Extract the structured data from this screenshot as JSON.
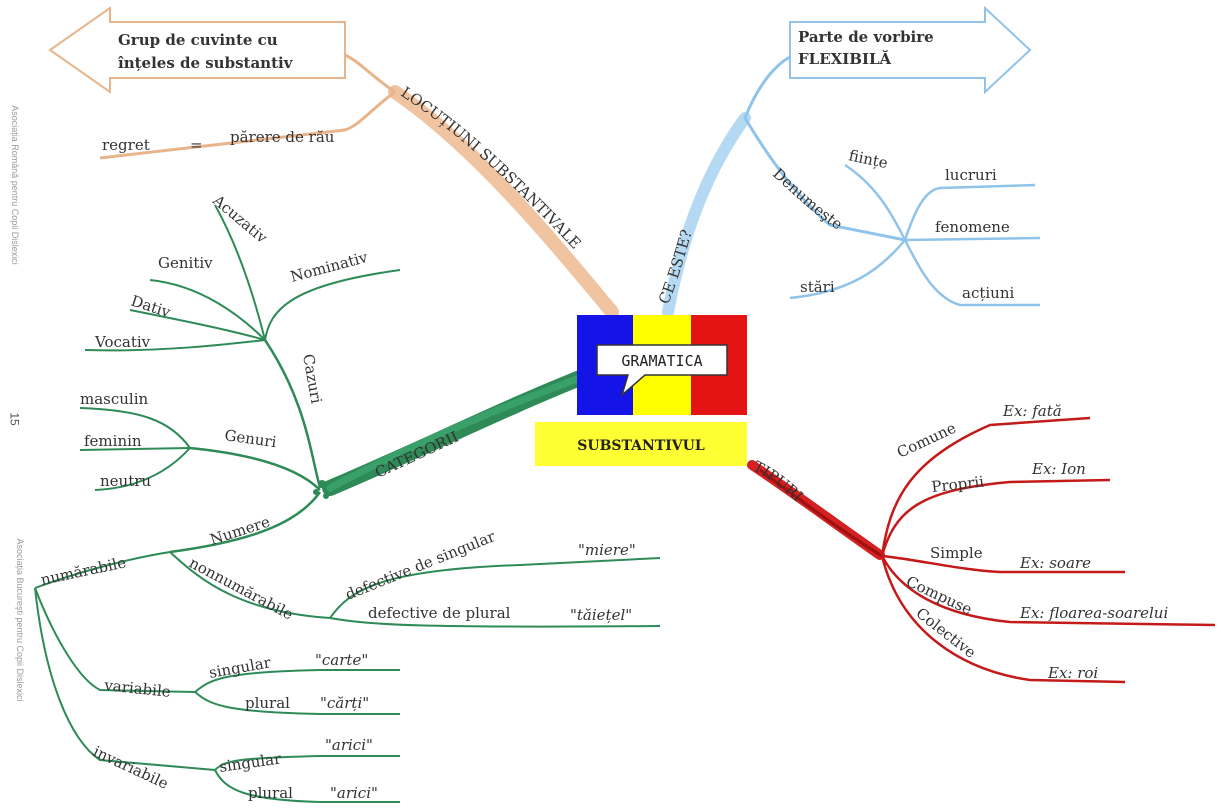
{
  "center": {
    "callout": "GRAMATICA",
    "title": "SUBSTANTIVUL",
    "colors": {
      "blue": "#1414e6",
      "yellow": "#ffff00",
      "red": "#e41414",
      "title_bg": "#ffff33"
    }
  },
  "side_text": {
    "top": "Asociația Română pentru Copii Dislexici",
    "page_number": "15",
    "bottom": "Asociația Bucureşti pentru Copii Dislexici"
  },
  "locutiuni": {
    "branch_label": "LOCUȚIUNI SUBSTANTIVALE",
    "arrow_text": [
      "Grup de cuvinte cu",
      "înțeles de substantiv"
    ],
    "example": {
      "left": "regret",
      "sign": "=",
      "right": "părere de rău"
    },
    "color": "#e8b48a"
  },
  "ce_este": {
    "branch_label": "CE ESTE?",
    "arrow_text": [
      "Parte de vorbire",
      "FLEXIBILĂ"
    ],
    "denumeste_label": "Denumeşte",
    "items": [
      "ființe",
      "lucruri",
      "fenomene",
      "stări",
      "acțiuni"
    ],
    "color": "#8fc3ea"
  },
  "categorii": {
    "branch_label": "CATEGORII",
    "color": "#2e8b57",
    "cazuri": {
      "label": "Cazuri",
      "items": [
        "Acuzativ",
        "Genitiv",
        "Nominativ",
        "Dativ",
        "Vocativ"
      ]
    },
    "genuri": {
      "label": "Genuri",
      "items": [
        "masculin",
        "feminin",
        "neutru"
      ]
    },
    "numere": {
      "label": "Numere",
      "numarabile": "numărabile",
      "nonnumarabile": "nonnumărabile",
      "defective": [
        {
          "label": "defective de singular",
          "example": "\"miere\""
        },
        {
          "label": "defective de plural",
          "example": "\"tăiețel\""
        }
      ],
      "variabile": {
        "label": "variabile",
        "singular": "singular",
        "singular_ex": "\"carte\"",
        "plural": "plural",
        "plural_ex": "\"cărți\""
      },
      "invariabile": {
        "label": "invariabile",
        "singular": "singular",
        "singular_ex": "\"arici\"",
        "plural": "plural",
        "plural_ex": "\"arici\""
      }
    }
  },
  "tipuri": {
    "branch_label": "TIPURI",
    "color": "#c41a1a",
    "items": [
      {
        "label": "Comune",
        "example": "Ex: fată"
      },
      {
        "label": "Proprii",
        "example": "Ex: Ion"
      },
      {
        "label": "Simple",
        "example": "Ex: soare"
      },
      {
        "label": "Compuse",
        "example": "Ex: floarea-soarelui"
      },
      {
        "label": "Colective",
        "example": "Ex: roi"
      }
    ]
  }
}
